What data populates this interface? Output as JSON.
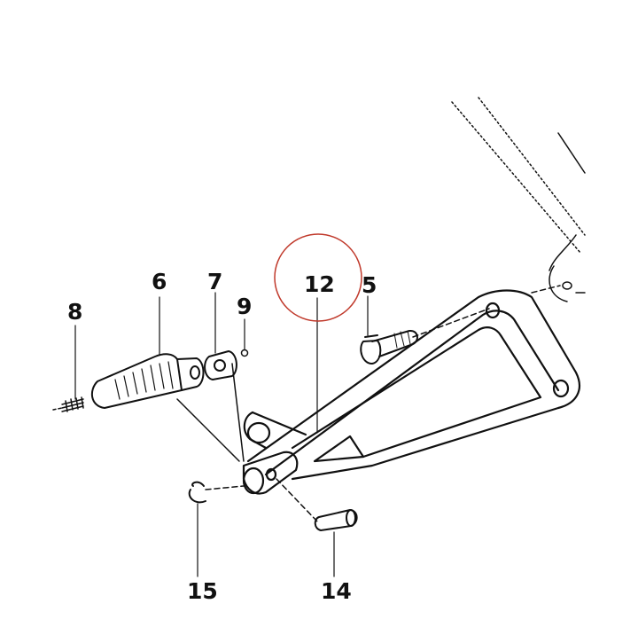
{
  "diagram": {
    "callouts": [
      {
        "id": "part-6",
        "label": "6"
      },
      {
        "id": "part-7",
        "label": "7"
      },
      {
        "id": "part-8",
        "label": "8"
      },
      {
        "id": "part-9",
        "label": "9"
      },
      {
        "id": "part-12",
        "label": "12"
      },
      {
        "id": "part-5",
        "label": "5"
      },
      {
        "id": "part-15",
        "label": "15"
      },
      {
        "id": "part-14",
        "label": "14"
      }
    ],
    "highlight_color": "#c0392b",
    "line_color": "#111111"
  }
}
